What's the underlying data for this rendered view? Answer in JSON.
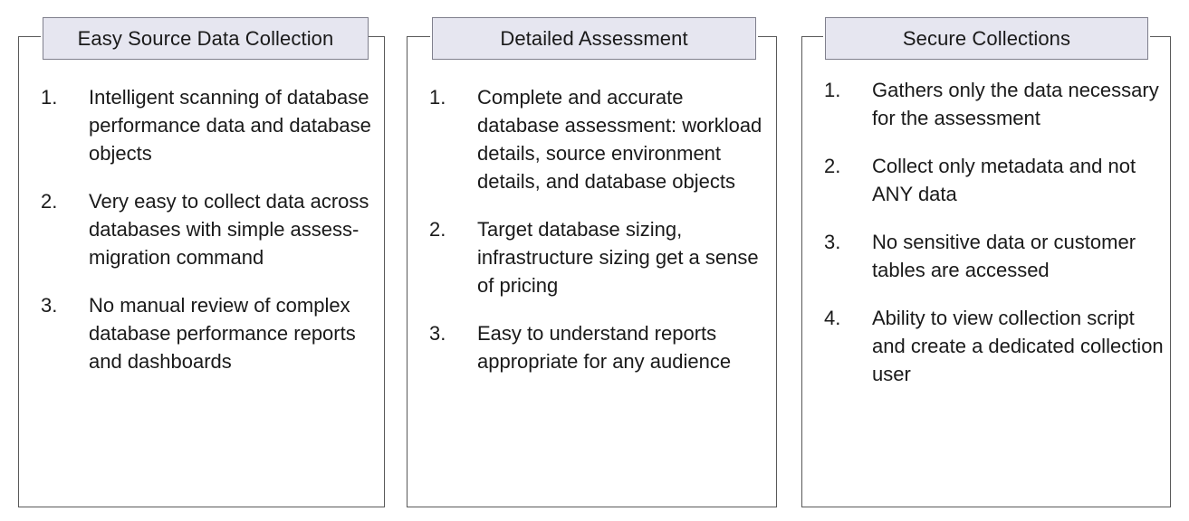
{
  "theme": {
    "background": "#ffffff",
    "header_fill": "#e6e6f0",
    "header_border": "#7f7f8c",
    "box_border": "#595959",
    "text_color": "#1a1a1a"
  },
  "columns": [
    {
      "header": "Easy Source Data Collection",
      "items": [
        {
          "number": "1.",
          "text": "Intelligent scanning of database performance data and database objects"
        },
        {
          "number": "2.",
          "text": "Very easy to collect data across databases with simple assess-migration command"
        },
        {
          "number": "3.",
          "text": "No manual review of complex database performance reports and dashboards"
        }
      ]
    },
    {
      "header": "Detailed Assessment",
      "items": [
        {
          "number": "1.",
          "text": "Complete and accurate database assessment: workload details, source environment details, and database objects"
        },
        {
          "number": "2.",
          "text": "Target database sizing, infrastructure sizing get a sense of pricing"
        },
        {
          "number": "3.",
          "text": "Easy to understand reports appropriate for any audience"
        }
      ]
    },
    {
      "header": "Secure Collections",
      "items": [
        {
          "number": "1.",
          "text": "Gathers only the data necessary for the assessment"
        },
        {
          "number": "2.",
          "text": "Collect only metadata and not ANY data"
        },
        {
          "number": "3.",
          "text": "No sensitive data or customer tables are accessed"
        },
        {
          "number": "4.",
          "text": "Ability to view collection script and create a dedicated collection user"
        }
      ]
    }
  ]
}
